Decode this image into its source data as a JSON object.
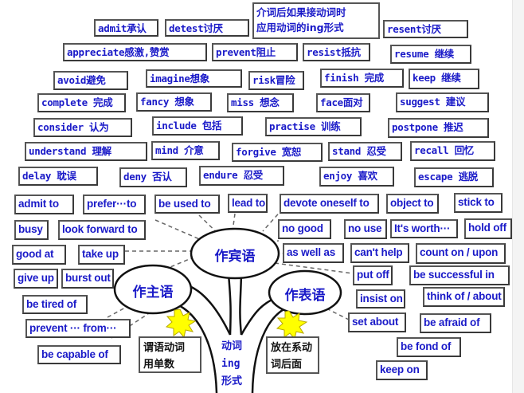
{
  "title_note": {
    "line1": "介词后如果接动词时",
    "line2": "应用动词的ing形式"
  },
  "verbs_with_ing_object": [
    {
      "text": "admit承认"
    },
    {
      "text": "detest讨厌"
    },
    {
      "text": "resent讨厌"
    },
    {
      "text": "appreciate感激,赞赏"
    },
    {
      "text": "prevent阻止"
    },
    {
      "text": "resist抵抗"
    },
    {
      "text": "resume 继续"
    },
    {
      "text": "avoid避免"
    },
    {
      "text": "imagine想象"
    },
    {
      "text": "risk冒险"
    },
    {
      "text": "finish 完成"
    },
    {
      "text": "keep 继续"
    },
    {
      "text": "complete 完成"
    },
    {
      "text": "fancy 想象"
    },
    {
      "text": "miss 想念"
    },
    {
      "text": "face面对"
    },
    {
      "text": "suggest 建议"
    },
    {
      "text": "consider 认为"
    },
    {
      "text": "include 包括"
    },
    {
      "text": "practise 训练"
    },
    {
      "text": "postpone 推迟"
    },
    {
      "text": "understand 理解"
    },
    {
      "text": "mind 介意"
    },
    {
      "text": "forgive 宽恕"
    },
    {
      "text": "stand 忍受"
    },
    {
      "text": "recall 回忆"
    },
    {
      "text": "delay 耽误"
    },
    {
      "text": "deny 否认"
    },
    {
      "text": "endure 忍受"
    },
    {
      "text": "enjoy 喜欢"
    },
    {
      "text": "escape 逃脱"
    }
  ],
  "phrases": [
    {
      "text": "admit to"
    },
    {
      "text": "prefer···to"
    },
    {
      "text": "be used to"
    },
    {
      "text": "lead to"
    },
    {
      "text": "devote oneself to"
    },
    {
      "text": "object to"
    },
    {
      "text": "stick to"
    },
    {
      "text": "busy"
    },
    {
      "text": "look forward to"
    },
    {
      "text": "no good"
    },
    {
      "text": "no use"
    },
    {
      "text": "It's worth···"
    },
    {
      "text": "hold off"
    },
    {
      "text": "good at"
    },
    {
      "text": "take up"
    },
    {
      "text": "as well as"
    },
    {
      "text": "can't help"
    },
    {
      "text": "count on / upon"
    },
    {
      "text": "give up"
    },
    {
      "text": "burst out"
    },
    {
      "text": "put off"
    },
    {
      "text": "be successful in"
    },
    {
      "text": "be tired of"
    },
    {
      "text": "insist on"
    },
    {
      "text": "think of / about"
    },
    {
      "text": "prevent ··· from···"
    },
    {
      "text": "set about"
    },
    {
      "text": "be afraid of"
    },
    {
      "text": "be capable of"
    },
    {
      "text": "be fond of"
    },
    {
      "text": "keep on"
    }
  ],
  "tree": {
    "object_node": "作宾语",
    "subject_node": "作主语",
    "predicative_node": "作表语",
    "trunk_label": {
      "line1": "动词",
      "line2": "ing",
      "line3": "形式"
    },
    "subject_note": {
      "line1": "谓语动词",
      "line2": "用单数"
    },
    "predicative_note": {
      "line1": "放在系动",
      "line2": "词后面"
    }
  },
  "colors": {
    "text_blue": "#1a1ac8",
    "border": "#555555",
    "starburst": "#ffff00",
    "starburst_stroke": "#b8a800"
  }
}
